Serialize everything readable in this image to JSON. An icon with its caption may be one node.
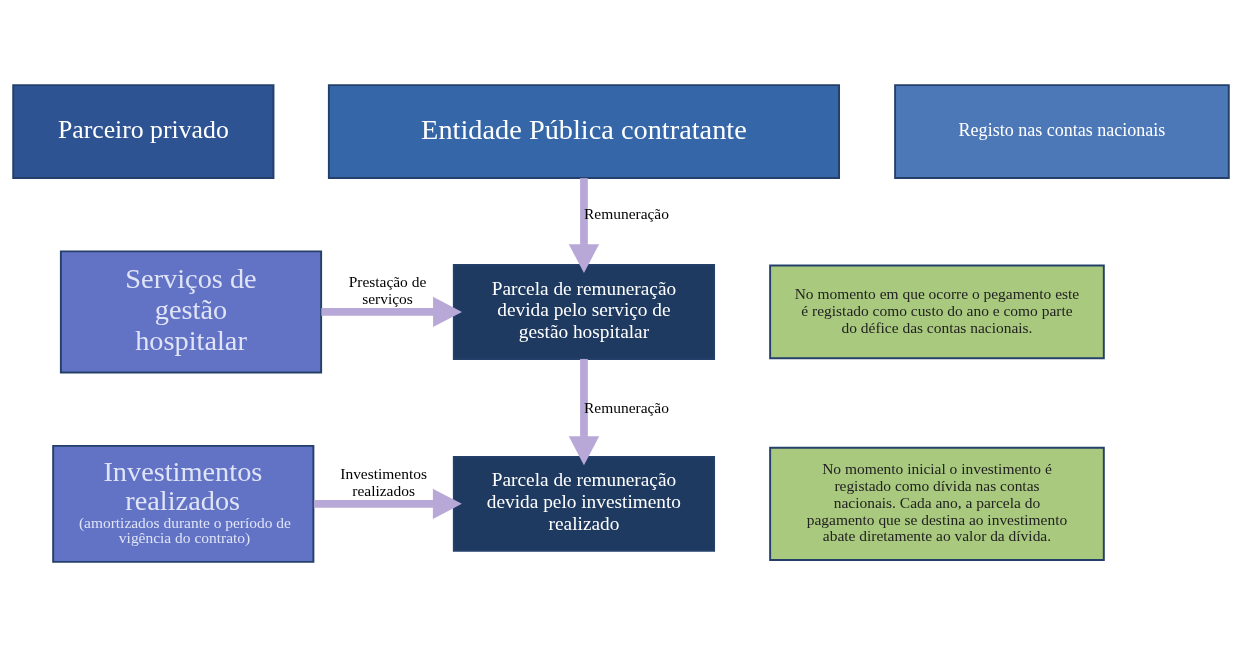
{
  "diagram": {
    "nodes": [
      {
        "text": [
          "Entidade Pública contratante"
        ]
      },
      {
        "text": [
          "Parceiro privado"
        ]
      },
      {
        "text": [
          "Registo nas contas nacionais"
        ]
      },
      {
        "text": [
          "Serviços de gestão hospitalar"
        ]
      },
      {
        "text": [
          "Parcela de remuneração devida pelo serviço de gestão hospitalar"
        ]
      },
      {
        "text": [
          "No momento em que ocorre o pegamento este é registado como custo do ano e como parte do défice das contas nacionais."
        ]
      },
      {
        "text": [
          "Investimentos realizados",
          "(amortizados durante o período de vigência do contrato)"
        ]
      },
      {
        "text": [
          "Parcela de remuneração devida pelo investimento realizado"
        ]
      },
      {
        "text": [
          "No momento inicial o investimento é registado como dívida nas contas nacionais. Cada ano, a parcela do pagamento que se destina ao investimento abate diretamente ao valor da dívida."
        ]
      }
    ],
    "edges": [
      {
        "from": 0,
        "to": 4,
        "arrow": "to",
        "label": "Remuneração"
      },
      {
        "from": 3,
        "to": 4,
        "arrow": "to",
        "label": "Prestação de serviços"
      },
      {
        "from": 4,
        "to": 7,
        "arrow": "to",
        "label": "Remuneração"
      },
      {
        "from": 6,
        "to": 7,
        "arrow": "to",
        "label": "Investimentos realizados"
      }
    ]
  }
}
